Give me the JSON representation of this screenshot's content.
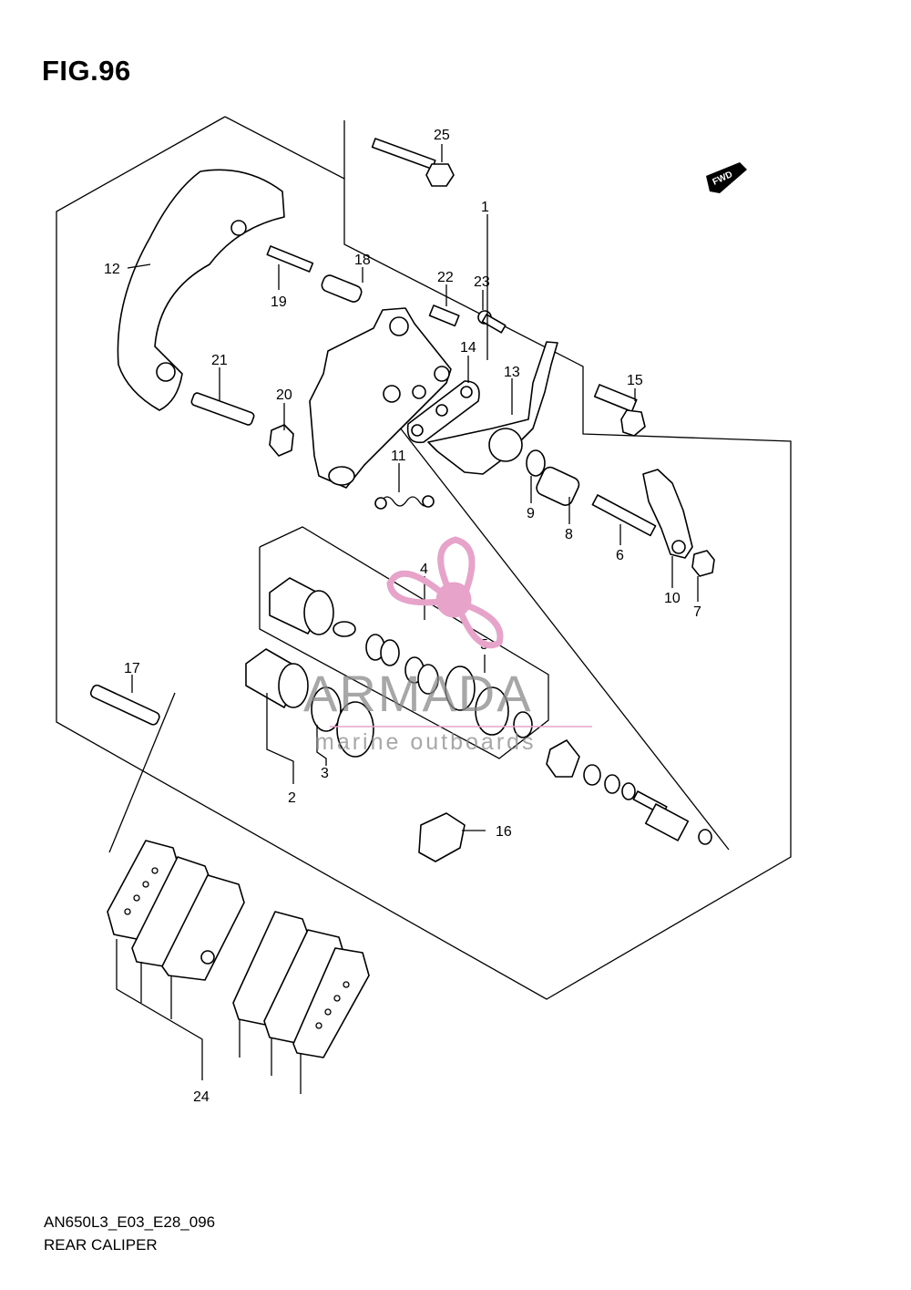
{
  "figure": {
    "title": "FIG.96",
    "code": "AN650L3_E03_E28_096",
    "name": "REAR CALIPER"
  },
  "direction_badge": "FWD",
  "watermark": {
    "brand": "ARMADA",
    "tagline": "marine outboards",
    "color": "#e7a3c9"
  },
  "callouts": [
    "1",
    "2",
    "3",
    "4",
    "5",
    "6",
    "7",
    "8",
    "9",
    "10",
    "11",
    "12",
    "13",
    "14",
    "15",
    "16",
    "17",
    "18",
    "19",
    "20",
    "21",
    "22",
    "23",
    "24",
    "25"
  ]
}
